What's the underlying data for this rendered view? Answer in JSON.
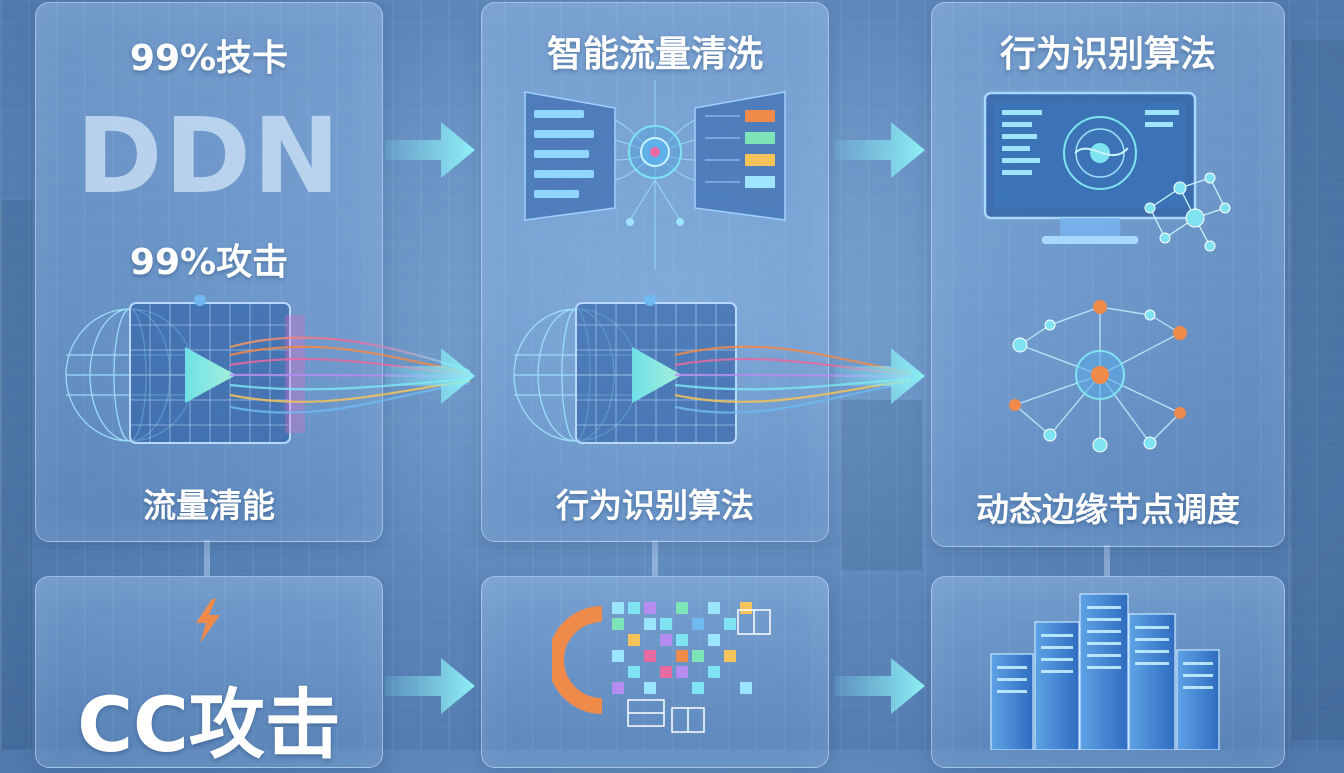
{
  "panels": {
    "p1": {
      "top_label": "99%技卡",
      "big_text": "DDN",
      "mid_label": "99%攻击",
      "bottom_label": "流量清能"
    },
    "p2": {
      "title": "智能流量清洗",
      "bottom_label": "行为识别算法"
    },
    "p3": {
      "title": "行为识别算法",
      "bottom_label": "动态边缘节点调度"
    },
    "p4": {
      "icon": "lightning-icon",
      "big_text": "CC攻击"
    },
    "p5": {
      "icon": "data-grid-icon"
    },
    "p6": {
      "icon": "server-buildings-icon"
    }
  },
  "colors": {
    "accent_cyan": "#7fe3f2",
    "accent_orange": "#f08a4b",
    "accent_pink": "#e86aa0",
    "panel_border": "#d2e6ff"
  }
}
